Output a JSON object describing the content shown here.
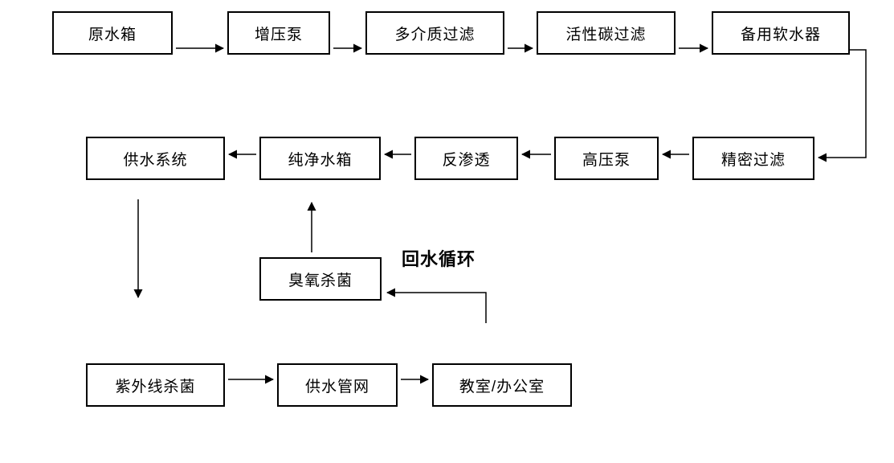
{
  "diagram": {
    "type": "flowchart",
    "subject": "water purification and supply process"
  },
  "nodes": {
    "raw_water_tank": {
      "label": "原水箱"
    },
    "booster_pump": {
      "label": "增压泵"
    },
    "multimedia_filter": {
      "label": "多介质过滤"
    },
    "carbon_filter": {
      "label": "活性碳过滤"
    },
    "backup_softener": {
      "label": "备用软水器"
    },
    "supply_system": {
      "label": "供水系统"
    },
    "pure_water_tank": {
      "label": "纯净水箱"
    },
    "reverse_osmosis": {
      "label": "反渗透"
    },
    "high_pressure_pump": {
      "label": "高压泵"
    },
    "precision_filter": {
      "label": "精密过滤"
    },
    "ozone_sterilization": {
      "label": "臭氧杀菌"
    },
    "uv_sterilization": {
      "label": "紫外线杀菌"
    },
    "supply_network": {
      "label": "供水管网"
    },
    "classroom_office": {
      "label": "教室/办公室"
    }
  },
  "annotations": {
    "return_loop": "回水循环"
  },
  "flow": [
    {
      "from": "raw_water_tank",
      "to": "booster_pump"
    },
    {
      "from": "booster_pump",
      "to": "multimedia_filter"
    },
    {
      "from": "multimedia_filter",
      "to": "carbon_filter"
    },
    {
      "from": "carbon_filter",
      "to": "backup_softener"
    },
    {
      "from": "backup_softener",
      "to": "precision_filter"
    },
    {
      "from": "precision_filter",
      "to": "high_pressure_pump"
    },
    {
      "from": "high_pressure_pump",
      "to": "reverse_osmosis"
    },
    {
      "from": "reverse_osmosis",
      "to": "pure_water_tank"
    },
    {
      "from": "pure_water_tank",
      "to": "supply_system"
    },
    {
      "from": "supply_system",
      "to": "uv_sterilization"
    },
    {
      "from": "uv_sterilization",
      "to": "supply_network"
    },
    {
      "from": "supply_network",
      "to": "classroom_office"
    },
    {
      "from": "classroom_office",
      "to": "ozone_sterilization"
    },
    {
      "from": "ozone_sterilization",
      "to": "pure_water_tank"
    }
  ],
  "colors": {
    "line": "#000000",
    "box_border": "#000000",
    "background": "#ffffff",
    "text": "#000000"
  }
}
